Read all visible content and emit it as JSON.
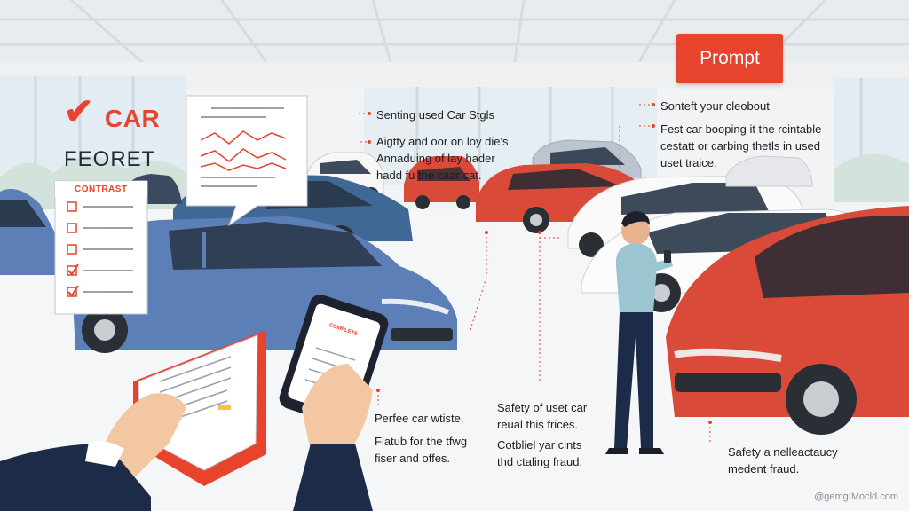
{
  "logo": {
    "check_icon": "checkmark-icon",
    "title": "CAR",
    "subtitle": "FEORET"
  },
  "prompt_button": {
    "label": "Prompt"
  },
  "contract": {
    "title": "CONTRAST",
    "checkbox_states": [
      false,
      false,
      false,
      true,
      true
    ]
  },
  "phone": {
    "label": "COMPLETE"
  },
  "annotations": {
    "a1": {
      "lines": [
        "Senting used Car Stgls"
      ]
    },
    "a2": {
      "lines": [
        "Aigtty and oor on loy die's",
        "Annaduing of lay hader",
        "hadd fu the caar cat."
      ]
    },
    "a3": {
      "lines": [
        "Sonteft your cleobout"
      ]
    },
    "a4": {
      "lines": [
        "Fest car booping it the rcintable",
        "cestatt or carbing thetls in used",
        "uset traice."
      ]
    },
    "a5": {
      "lines": [
        "Perfee car wtiste."
      ]
    },
    "a6": {
      "lines": [
        "Flatub for the tfwg",
        "fiser and offes."
      ]
    },
    "a7": {
      "lines": [
        "Safety of uset car",
        "reual this frices."
      ]
    },
    "a8": {
      "lines": [
        "Cotbliel yar cints",
        "thd ctaling fraud."
      ]
    },
    "a9": {
      "lines": [
        "Safety a nelleactaucy",
        "medent fraud."
      ]
    }
  },
  "watermark": "@gemgIMocld.com",
  "colors": {
    "accent_red": "#e8432d",
    "car_blue": "#5b7fb6",
    "car_red": "#d94a38",
    "navy": "#1c2b47",
    "dark_text": "#1f2a3a"
  }
}
